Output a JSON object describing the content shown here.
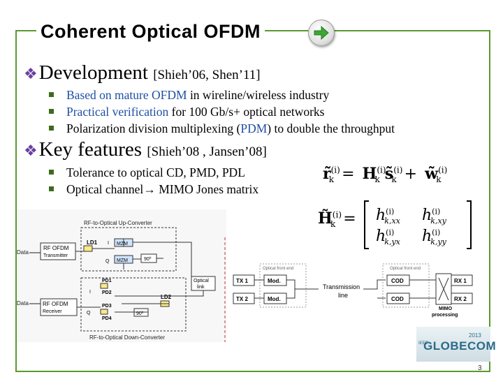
{
  "slide": {
    "title": "Coherent Optical OFDM",
    "page_number": "3",
    "accent_color": "#5a9a2c",
    "bullet_color": "#6b3fa0",
    "highlight_color": "#1f4fa3"
  },
  "development": {
    "heading": "Development",
    "citation": "[Shieh’06, Shen’11]",
    "items": [
      {
        "highlight": "Based on mature OFDM",
        "rest": " in wireline/wireless industry"
      },
      {
        "highlight": "Practical verification",
        "rest": " for 100 Gb/s+ optical networks"
      },
      {
        "prefix": "Polarization division multiplexing (",
        "highlight": "PDM",
        "rest": ") to double the throughput"
      }
    ]
  },
  "key_features": {
    "heading": "Key features",
    "citation": "[Shieh’08 , Jansen’08]",
    "items": [
      {
        "text": "Tolerance to optical CD, PMD, PDL"
      },
      {
        "prefix": "Optical channel",
        "arrow": "→",
        "rest": " MIMO Jones matrix"
      }
    ]
  },
  "equations": {
    "eq1": {
      "r": "r̃",
      "H": "H",
      "s": "s̃",
      "w": "w̃",
      "sub": "k",
      "sup": "(i)",
      "eq": "=",
      "plus": "+"
    },
    "eq2": {
      "lhs": "H̃",
      "sub": "k",
      "sup": "(i)",
      "eq": "=",
      "h11": "h",
      "h11_sub": "k,xx",
      "h12": "h",
      "h12_sub": "k,xy",
      "h21": "h",
      "h21_sub": "k,yx",
      "h22": "h",
      "h22_sub": "k,yy",
      "hsup": "(i)"
    }
  },
  "diagram": {
    "up_converter_label": "RF-to-Optical Up-Converter",
    "down_converter_label": "RF-to-Optical Down-Converter",
    "data_in": "Data",
    "data_out": "Data",
    "rf_tx": [
      "RF OFDM",
      "Transmitter"
    ],
    "rf_rx": [
      "RF OFDM",
      "Receiver"
    ],
    "ld1": "LD1",
    "ld2": "LD2",
    "mzm": "MZM",
    "phase": "90º",
    "i_label": "I",
    "q_label": "Q",
    "pds": [
      "PD1",
      "PD2",
      "PD3",
      "PD4"
    ],
    "optical_link": [
      "Optical",
      "link"
    ],
    "optical_front_end": "Optical front end",
    "tx": [
      "TX 1",
      "TX 2"
    ],
    "mod": "Mod.",
    "transmission_line": [
      "Transmission",
      "line"
    ],
    "cod": "COD",
    "rx": [
      "RX 1",
      "RX 2"
    ],
    "mimo": [
      "MIMO",
      "processing"
    ]
  },
  "logo": {
    "text": "GLOBECOM",
    "ieee": "IEEE",
    "year": "2013"
  }
}
